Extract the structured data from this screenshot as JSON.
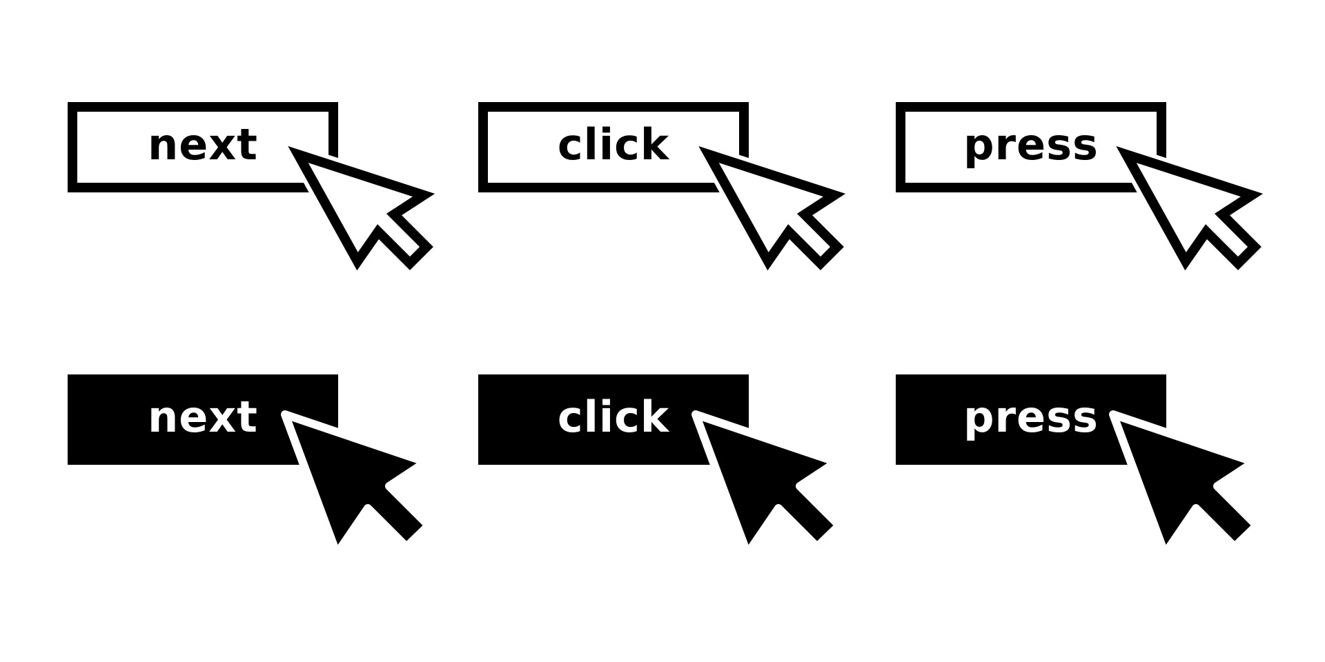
{
  "buttons": [
    {
      "label": "next",
      "style": "outline"
    },
    {
      "label": "click",
      "style": "outline"
    },
    {
      "label": "press",
      "style": "outline"
    },
    {
      "label": "next",
      "style": "filled"
    },
    {
      "label": "click",
      "style": "filled"
    },
    {
      "label": "press",
      "style": "filled"
    }
  ],
  "icons": {
    "outline_cursor": "arrow-cursor-outline-icon",
    "filled_cursor": "arrow-cursor-filled-icon"
  },
  "colors": {
    "ink": "#000000",
    "paper": "#ffffff"
  }
}
